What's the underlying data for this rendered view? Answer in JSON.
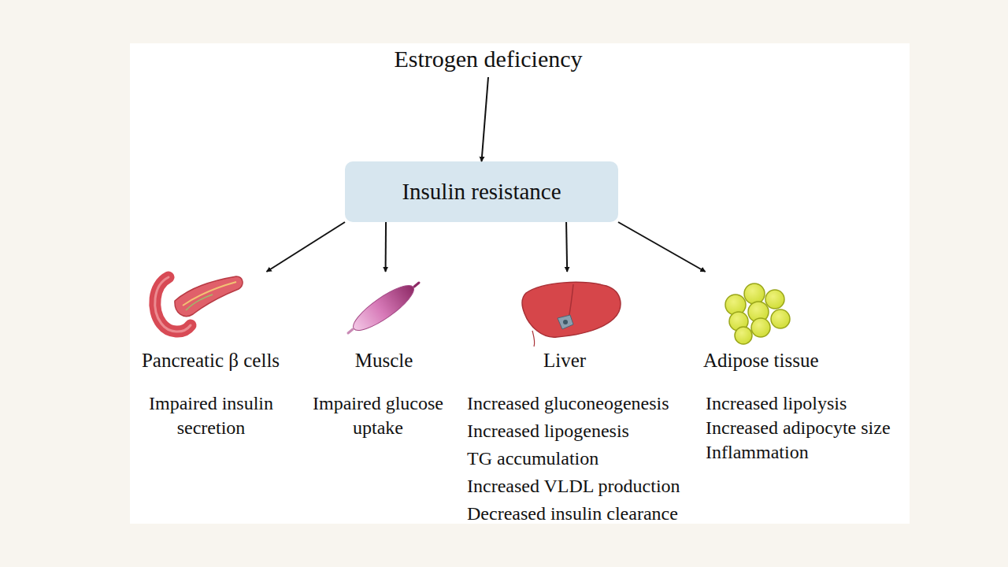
{
  "diagram": {
    "nodes": [
      {
        "text": [
          "Estrogen deficiency"
        ]
      },
      {
        "text": [
          "Insulin resistance"
        ]
      },
      {
        "text": [
          "Pancreatic β cells",
          "Impaired insulin secretion"
        ]
      },
      {
        "text": [
          "Muscle",
          "Impaired glucose uptake"
        ]
      },
      {
        "text": [
          "Liver",
          "Increased gluconeogenesis",
          "Increased lipogenesis",
          "TG accumulation",
          "Increased VLDL production",
          "Decreased insulin clearance"
        ]
      },
      {
        "text": [
          "Adipose tissue",
          "Increased lipolysis",
          "Increased adipocyte size",
          "Inflammation"
        ]
      }
    ],
    "edges": [
      {
        "from": 0,
        "to": 1,
        "arrow": "to"
      },
      {
        "from": 1,
        "to": 2,
        "arrow": "to"
      },
      {
        "from": 1,
        "to": 3,
        "arrow": "to"
      },
      {
        "from": 1,
        "to": 4,
        "arrow": "to"
      },
      {
        "from": 1,
        "to": 5,
        "arrow": "to"
      }
    ]
  }
}
